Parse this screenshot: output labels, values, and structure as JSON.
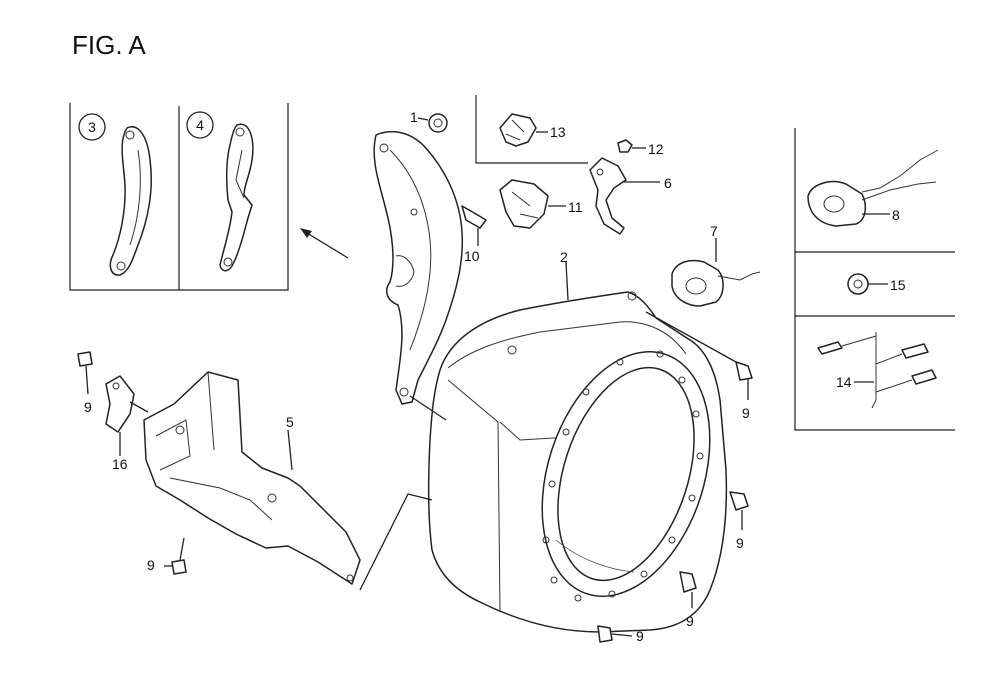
{
  "figure": {
    "title": "FIG. A"
  },
  "callouts": {
    "c1": "1",
    "c2": "2",
    "c3": "3",
    "c4": "4",
    "c5": "5",
    "c6": "6",
    "c7": "7",
    "c8": "8",
    "c9": "9",
    "c10": "10",
    "c11": "11",
    "c12": "12",
    "c13": "13",
    "c14": "14",
    "c15": "15",
    "c16": "16"
  },
  "colors": {
    "ink": "#222222",
    "background": "#ffffff"
  }
}
